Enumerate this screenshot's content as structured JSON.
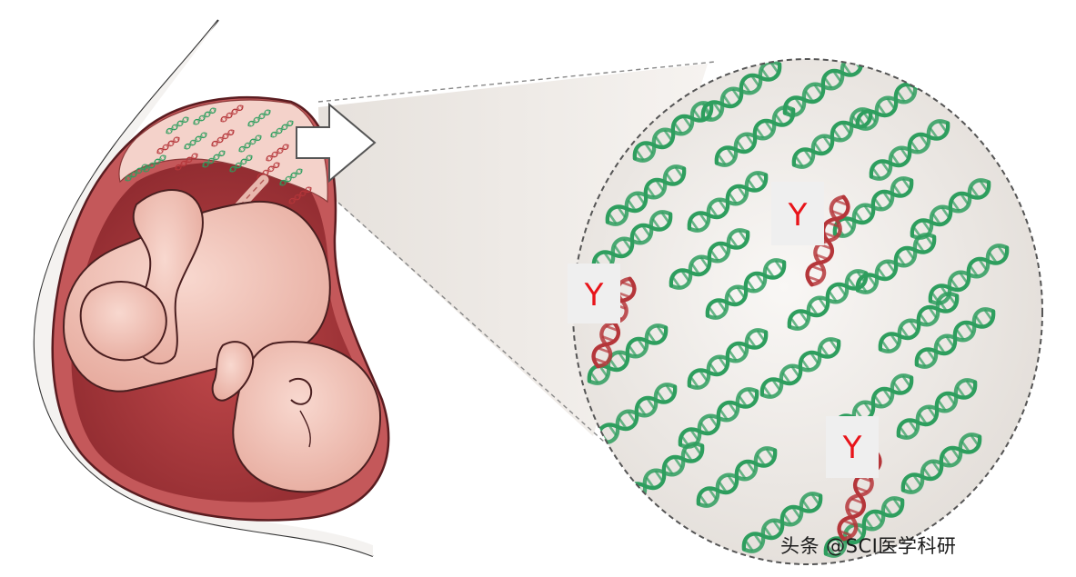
{
  "labels": {
    "y_marker": "Y",
    "watermark": "头条 @SCI医学科研"
  },
  "colors": {
    "maternal_dna": "#2e9e5e",
    "fetal_dna": "#b5363a",
    "uterus": "#a8353a",
    "fetus_skin": "#f0c0b4",
    "placenta": "#f3d3cc",
    "magnifier_bg": "#eeeae6"
  },
  "content": {
    "y_marker_count": 3
  }
}
